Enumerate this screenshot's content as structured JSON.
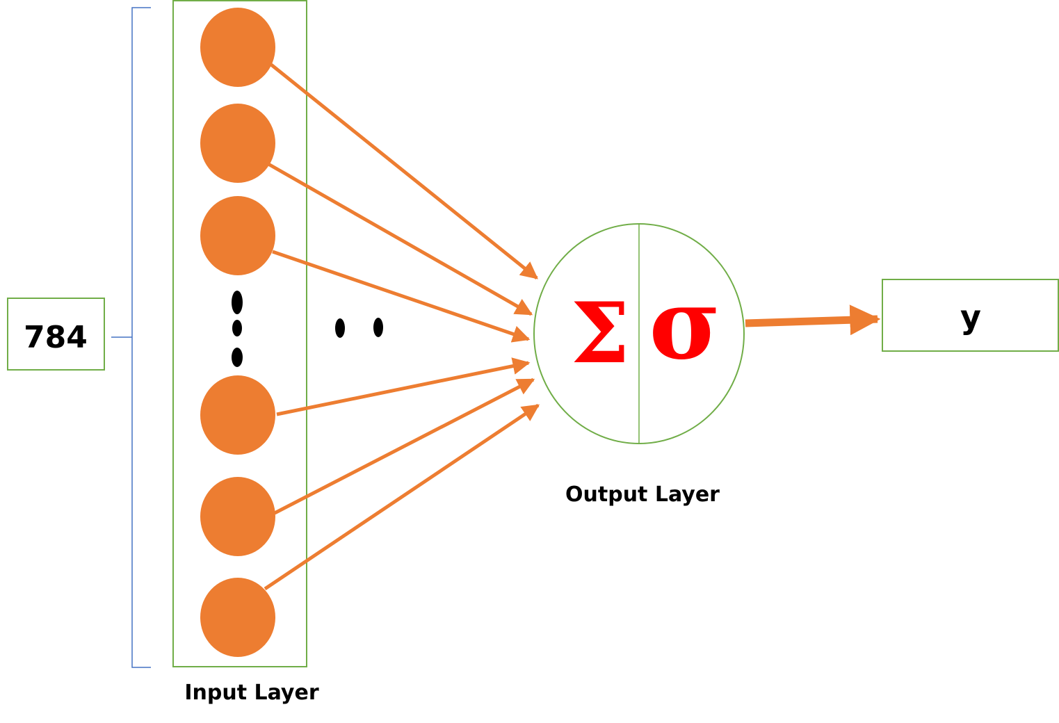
{
  "size_box": {
    "text": "784"
  },
  "input_layer": {
    "label": "Input Layer"
  },
  "output_layer": {
    "label": "Output Layer",
    "sum_symbol": "Σ",
    "activation_symbol": "σ"
  },
  "output": {
    "text": "y"
  },
  "colors": {
    "node_fill": "#ed7d31",
    "arrow": "#ed7d31",
    "box_border": "#70ad47",
    "bracket": "#4472c4",
    "symbol": "#ff0000",
    "text": "#000000"
  },
  "icons": {
    "input_node": "orange-circle",
    "ellipsis": "black-dots",
    "arrow": "arrow-right"
  }
}
